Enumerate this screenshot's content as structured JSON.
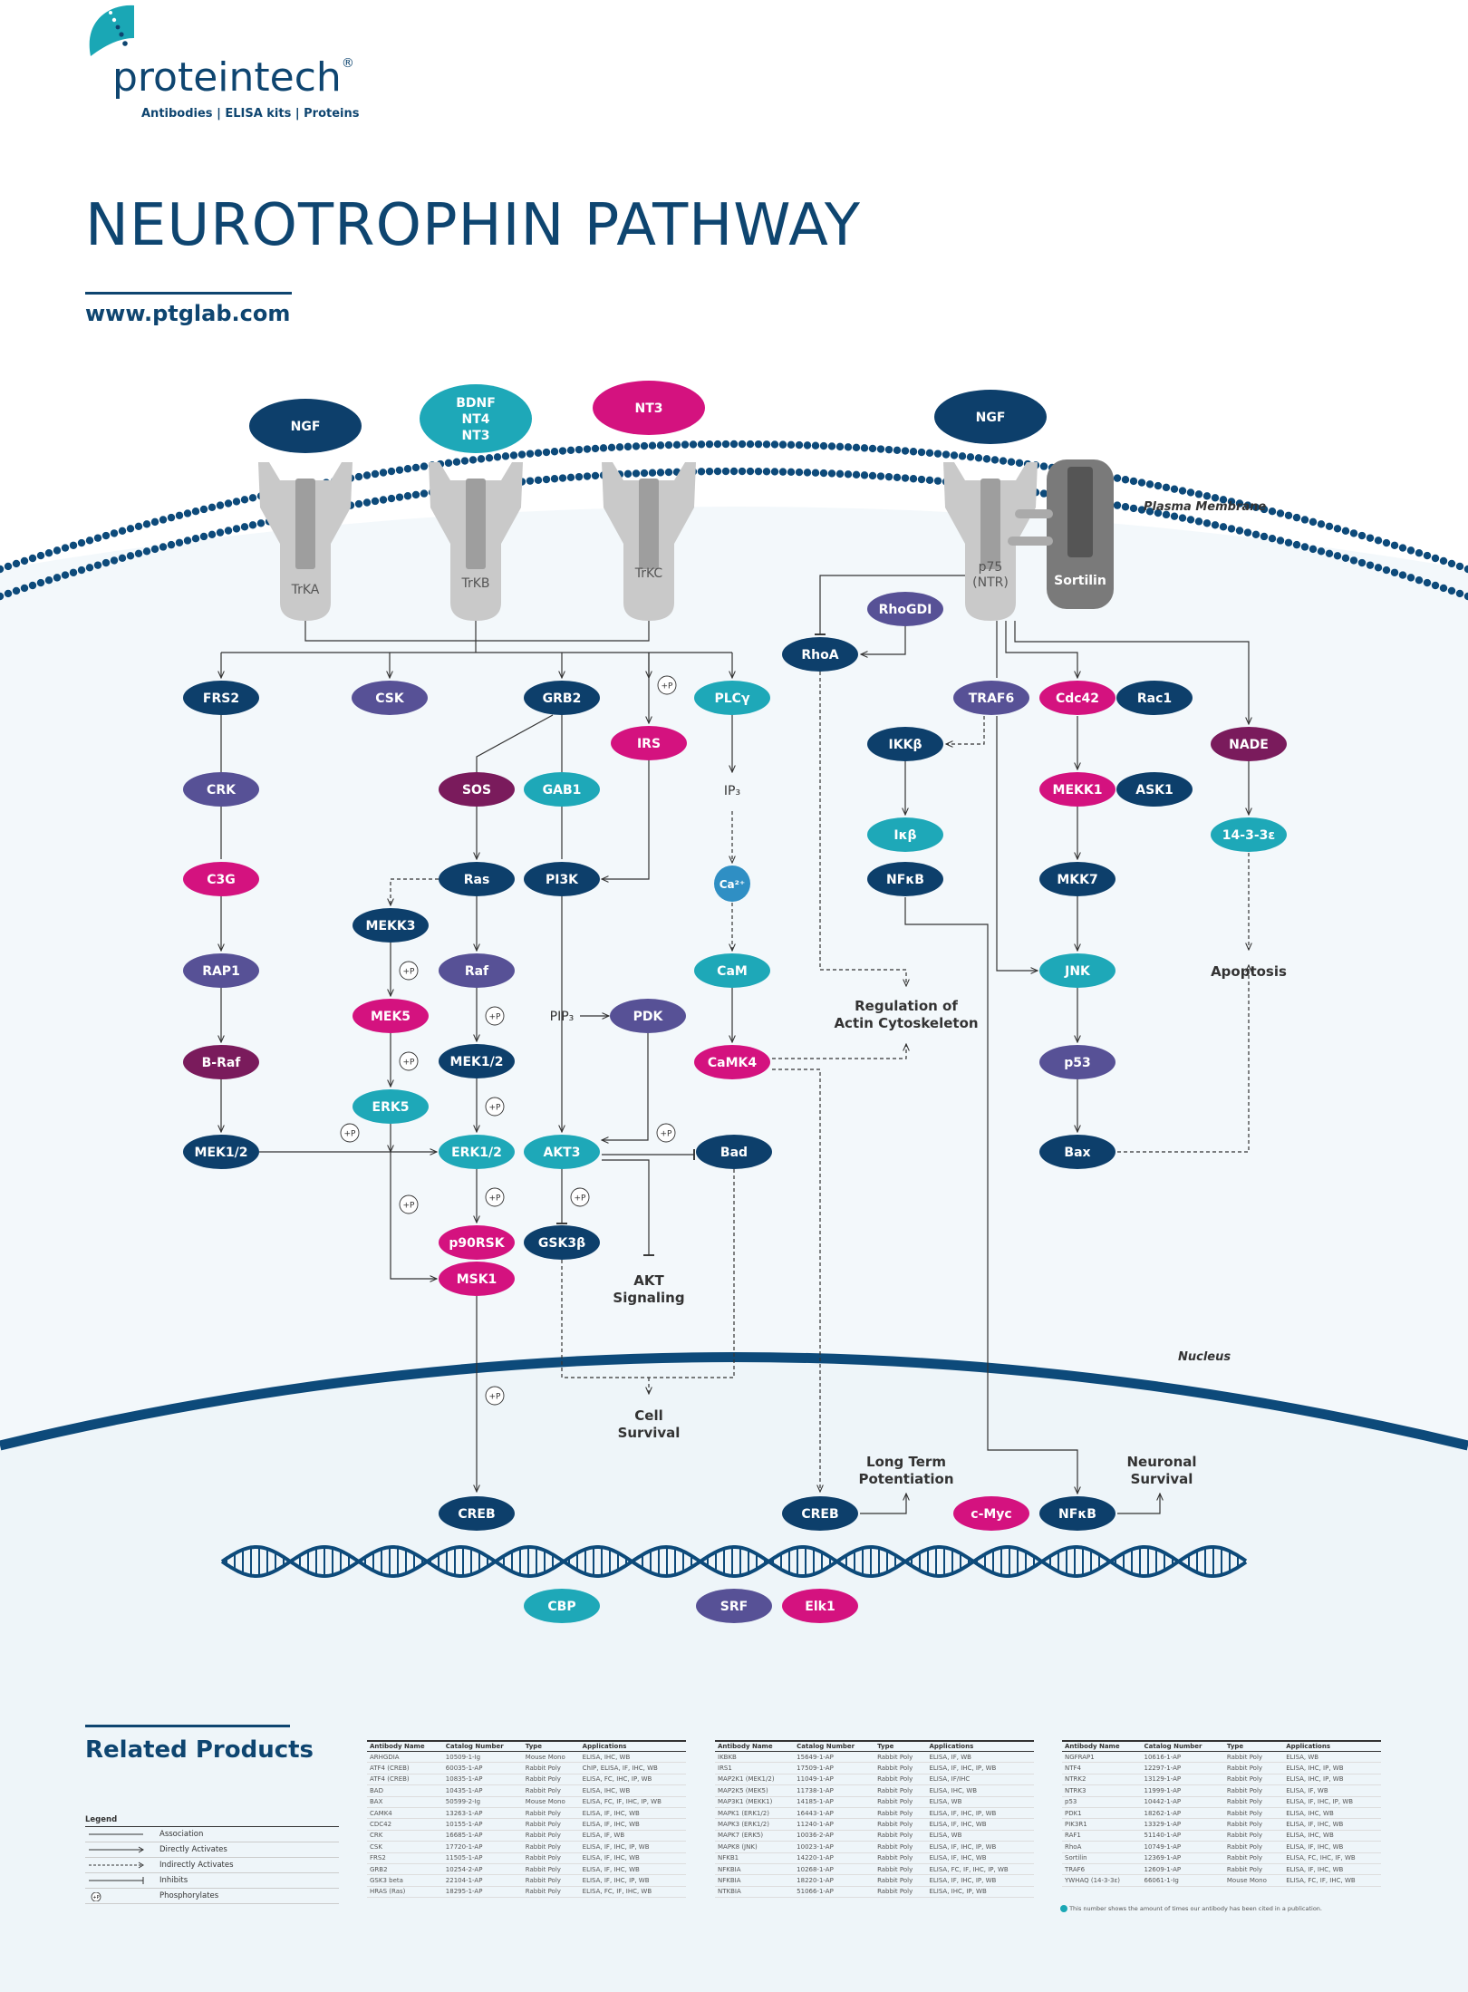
{
  "brand": {
    "name": "proteintech",
    "registered": "®",
    "tagline": "Antibodies  |  ELISA kits  |  Proteins"
  },
  "title": "NEUROTROPHIN PATHWAY",
  "url": "www.ptglab.com",
  "colors": {
    "navy": "#0d3f6b",
    "purple": "#575196",
    "magenta": "#d4127f",
    "teal": "#1ea8b8",
    "plum": "#7a1b5c",
    "grey": "#c7c7c7",
    "membrane": "#0d4a7a",
    "cytoplasm": "#f3f8fb"
  },
  "labels": {
    "plasma_membrane": "Plasma Membrane",
    "nucleus": "Nucleus",
    "ip3": "IP₃",
    "pip3": "PIP₃",
    "actin_1": "Regulation of",
    "actin_2": "Actin Cytoskeleton",
    "apoptosis": "Apoptosis",
    "akt_sig_1": "AKT",
    "akt_sig_2": "Signaling",
    "cell_surv_1": "Cell",
    "cell_surv_2": "Survival",
    "ltp_1": "Long Term",
    "ltp_2": "Potentiation",
    "neur_1": "Neuronal",
    "neur_2": "Survival",
    "phos": "+P"
  },
  "receptors": [
    {
      "id": "trka",
      "label": "TrKA"
    },
    {
      "id": "trkb",
      "label": "TrKB"
    },
    {
      "id": "trkc",
      "label": "TrKC"
    },
    {
      "id": "p75",
      "label": "p75",
      "label2": "(NTR)"
    },
    {
      "id": "sortilin",
      "label": "Sortilin"
    }
  ],
  "ligands": [
    {
      "id": "ngf1",
      "lines": [
        "NGF"
      ],
      "color": "navy"
    },
    {
      "id": "bdnf",
      "lines": [
        "BDNF",
        "NT4",
        "NT3"
      ],
      "color": "teal"
    },
    {
      "id": "nt3",
      "lines": [
        "NT3"
      ],
      "color": "magenta"
    },
    {
      "id": "ngf2",
      "lines": [
        "NGF"
      ],
      "color": "navy"
    }
  ],
  "nodes": [
    {
      "id": "frs2",
      "label": "FRS2",
      "color": "navy"
    },
    {
      "id": "csk",
      "label": "CSK",
      "color": "purple"
    },
    {
      "id": "grb2",
      "label": "GRB2",
      "color": "navy"
    },
    {
      "id": "irs",
      "label": "IRS",
      "color": "magenta"
    },
    {
      "id": "plcg",
      "label": "PLCγ",
      "color": "teal"
    },
    {
      "id": "crk",
      "label": "CRK",
      "color": "purple"
    },
    {
      "id": "sos",
      "label": "SOS",
      "color": "plum"
    },
    {
      "id": "gab1",
      "label": "GAB1",
      "color": "teal"
    },
    {
      "id": "c3g",
      "label": "C3G",
      "color": "magenta"
    },
    {
      "id": "ras",
      "label": "Ras",
      "color": "navy"
    },
    {
      "id": "pi3k",
      "label": "PI3K",
      "color": "navy"
    },
    {
      "id": "ca",
      "label": "Ca²⁺",
      "color": "sky"
    },
    {
      "id": "mekk3",
      "label": "MEKK3",
      "color": "navy"
    },
    {
      "id": "rap1",
      "label": "RAP1",
      "color": "purple"
    },
    {
      "id": "raf",
      "label": "Raf",
      "color": "purple"
    },
    {
      "id": "cam",
      "label": "CaM",
      "color": "teal"
    },
    {
      "id": "mek5",
      "label": "MEK5",
      "color": "magenta"
    },
    {
      "id": "pdk",
      "label": "PDK",
      "color": "purple"
    },
    {
      "id": "braf",
      "label": "B-Raf",
      "color": "plum"
    },
    {
      "id": "mek12b",
      "label": "MEK1/2",
      "color": "navy"
    },
    {
      "id": "camk4",
      "label": "CaMK4",
      "color": "magenta"
    },
    {
      "id": "erk5",
      "label": "ERK5",
      "color": "teal"
    },
    {
      "id": "mek12a",
      "label": "MEK1/2",
      "color": "navy"
    },
    {
      "id": "erk12",
      "label": "ERK1/2",
      "color": "teal"
    },
    {
      "id": "akt3",
      "label": "AKT3",
      "color": "teal"
    },
    {
      "id": "bad",
      "label": "Bad",
      "color": "navy"
    },
    {
      "id": "p90rsk",
      "label": "p90RSK",
      "color": "magenta"
    },
    {
      "id": "gsk3b",
      "label": "GSK3β",
      "color": "navy"
    },
    {
      "id": "msk1",
      "label": "MSK1",
      "color": "magenta"
    },
    {
      "id": "rhogdi",
      "label": "RhoGDI",
      "color": "purple"
    },
    {
      "id": "rhoa",
      "label": "RhoA",
      "color": "navy"
    },
    {
      "id": "traf6",
      "label": "TRAF6",
      "color": "purple"
    },
    {
      "id": "cdc42",
      "label": "Cdc42",
      "color": "magenta"
    },
    {
      "id": "rac1",
      "label": "Rac1",
      "color": "navy"
    },
    {
      "id": "nade",
      "label": "NADE",
      "color": "plum"
    },
    {
      "id": "ikkb",
      "label": "IKKβ",
      "color": "navy"
    },
    {
      "id": "mekk1",
      "label": "MEKK1",
      "color": "magenta"
    },
    {
      "id": "ask1",
      "label": "ASK1",
      "color": "navy"
    },
    {
      "id": "y1433",
      "label": "14-3-3ε",
      "color": "teal"
    },
    {
      "id": "ikb",
      "label": "Iκβ",
      "color": "teal"
    },
    {
      "id": "nfkb1",
      "label": "NFκB",
      "color": "navy"
    },
    {
      "id": "mkk7",
      "label": "MKK7",
      "color": "navy"
    },
    {
      "id": "jnk",
      "label": "JNK",
      "color": "teal"
    },
    {
      "id": "p53",
      "label": "p53",
      "color": "purple"
    },
    {
      "id": "bax",
      "label": "Bax",
      "color": "navy"
    },
    {
      "id": "creb1",
      "label": "CREB",
      "color": "navy"
    },
    {
      "id": "creb2",
      "label": "CREB",
      "color": "navy"
    },
    {
      "id": "cmyc",
      "label": "c-Myc",
      "color": "magenta"
    },
    {
      "id": "nfkb2",
      "label": "NFκB",
      "color": "navy"
    },
    {
      "id": "cbp",
      "label": "CBP",
      "color": "teal"
    },
    {
      "id": "srf",
      "label": "SRF",
      "color": "purple"
    },
    {
      "id": "elk1",
      "label": "Elk1",
      "color": "magenta"
    }
  ],
  "related_products": {
    "title": "Related Products",
    "columns": [
      "Antibody Name",
      "Catalog Number",
      "Type",
      "Applications"
    ],
    "tables": [
      [
        [
          "ARHGDIA",
          "10509-1-Ig",
          "Mouse Mono",
          "ELISA, IHC, WB"
        ],
        [
          "ATF4 (CREB)",
          "60035-1-AP",
          "Rabbit Poly",
          "ChIP, ELISA, IF, IHC, WB"
        ],
        [
          "ATF4 (CREB)",
          "10835-1-AP",
          "Rabbit Poly",
          "ELISA, FC, IHC, IP, WB"
        ],
        [
          "BAD",
          "10435-1-AP",
          "Rabbit Poly",
          "ELISA, IHC, WB"
        ],
        [
          "BAX",
          "50599-2-Ig",
          "Mouse Mono",
          "ELISA, FC, IF, IHC, IP, WB"
        ],
        [
          "CAMK4",
          "13263-1-AP",
          "Rabbit Poly",
          "ELISA, IF, IHC, WB"
        ],
        [
          "CDC42",
          "10155-1-AP",
          "Rabbit Poly",
          "ELISA, IF, IHC, WB"
        ],
        [
          "CRK",
          "16685-1-AP",
          "Rabbit Poly",
          "ELISA, IF, WB"
        ],
        [
          "CSK",
          "17720-1-AP",
          "Rabbit Poly",
          "ELISA, IF, IHC, IP, WB"
        ],
        [
          "FRS2",
          "11505-1-AP",
          "Rabbit Poly",
          "ELISA, IF, IHC, WB"
        ],
        [
          "GRB2",
          "10254-2-AP",
          "Rabbit Poly",
          "ELISA, IF, IHC, WB"
        ],
        [
          "GSK3 beta",
          "22104-1-AP",
          "Rabbit Poly",
          "ELISA, IF, IHC, IP, WB"
        ],
        [
          "HRAS (Ras)",
          "18295-1-AP",
          "Rabbit Poly",
          "ELISA, FC, IF, IHC, WB"
        ]
      ],
      [
        [
          "IKBKB",
          "15649-1-AP",
          "Rabbit Poly",
          "ELISA, IF, WB"
        ],
        [
          "IRS1",
          "17509-1-AP",
          "Rabbit Poly",
          "ELISA, IF, IHC, IP, WB"
        ],
        [
          "MAP2K1 (MEK1/2)",
          "11049-1-AP",
          "Rabbit Poly",
          "ELISA, IF/IHC"
        ],
        [
          "MAP2K5 (MEK5)",
          "11738-1-AP",
          "Rabbit Poly",
          "ELISA, IHC, WB"
        ],
        [
          "MAP3K1 (MEKK1)",
          "14185-1-AP",
          "Rabbit Poly",
          "ELISA, WB"
        ],
        [
          "MAPK1 (ERK1/2)",
          "16443-1-AP",
          "Rabbit Poly",
          "ELISA, IF, IHC, IP, WB"
        ],
        [
          "MAPK3 (ERK1/2)",
          "11240-1-AP",
          "Rabbit Poly",
          "ELISA, IF, IHC, WB"
        ],
        [
          "MAPK7 (ERK5)",
          "10036-2-AP",
          "Rabbit Poly",
          "ELISA, WB"
        ],
        [
          "MAPK8 (JNK)",
          "10023-1-AP",
          "Rabbit Poly",
          "ELISA, IF, IHC, IP, WB"
        ],
        [
          "NFKB1",
          "14220-1-AP",
          "Rabbit Poly",
          "ELISA, IF, IHC, WB"
        ],
        [
          "NFKBIA",
          "10268-1-AP",
          "Rabbit Poly",
          "ELISA, FC, IF, IHC, IP, WB"
        ],
        [
          "NFKBIA",
          "18220-1-AP",
          "Rabbit Poly",
          "ELISA, IF, IHC, IP, WB"
        ],
        [
          "NTKBIA",
          "51066-1-AP",
          "Rabbit Poly",
          "ELISA, IHC, IP, WB"
        ]
      ],
      [
        [
          "NGFRAP1",
          "10616-1-AP",
          "Rabbit Poly",
          "ELISA, WB"
        ],
        [
          "NTF4",
          "12297-1-AP",
          "Rabbit Poly",
          "ELISA, IHC, IP, WB"
        ],
        [
          "NTRK2",
          "13129-1-AP",
          "Rabbit Poly",
          "ELISA, IHC, IP, WB"
        ],
        [
          "NTRK3",
          "11999-1-AP",
          "Rabbit Poly",
          "ELISA, IF, WB"
        ],
        [
          "p53",
          "10442-1-AP",
          "Rabbit Poly",
          "ELISA, IF, IHC, IP, WB"
        ],
        [
          "PDK1",
          "18262-1-AP",
          "Rabbit Poly",
          "ELISA, IHC, WB"
        ],
        [
          "PIK3R1",
          "13329-1-AP",
          "Rabbit Poly",
          "ELISA, IF, IHC, WB"
        ],
        [
          "RAF1",
          "51140-1-AP",
          "Rabbit Poly",
          "ELISA, IHC, WB"
        ],
        [
          "RhoA",
          "10749-1-AP",
          "Rabbit Poly",
          "ELISA, IF, IHC, WB"
        ],
        [
          "Sortilin",
          "12369-1-AP",
          "Rabbit Poly",
          "ELISA, FC, IHC, IF, WB"
        ],
        [
          "TRAF6",
          "12609-1-AP",
          "Rabbit Poly",
          "ELISA, IF, IHC, WB"
        ],
        [
          "YWHAQ (14-3-3ε)",
          "66061-1-Ig",
          "Mouse Mono",
          "ELISA, FC, IF, IHC, WB"
        ]
      ]
    ],
    "footnote": "This number shows the amount of times our antibody has been cited in a publication."
  },
  "legend": {
    "title": "Legend",
    "items": [
      "Association",
      "Directly Activates",
      "Indirectly Activates",
      "Inhibits",
      "Phosphorylates"
    ]
  }
}
